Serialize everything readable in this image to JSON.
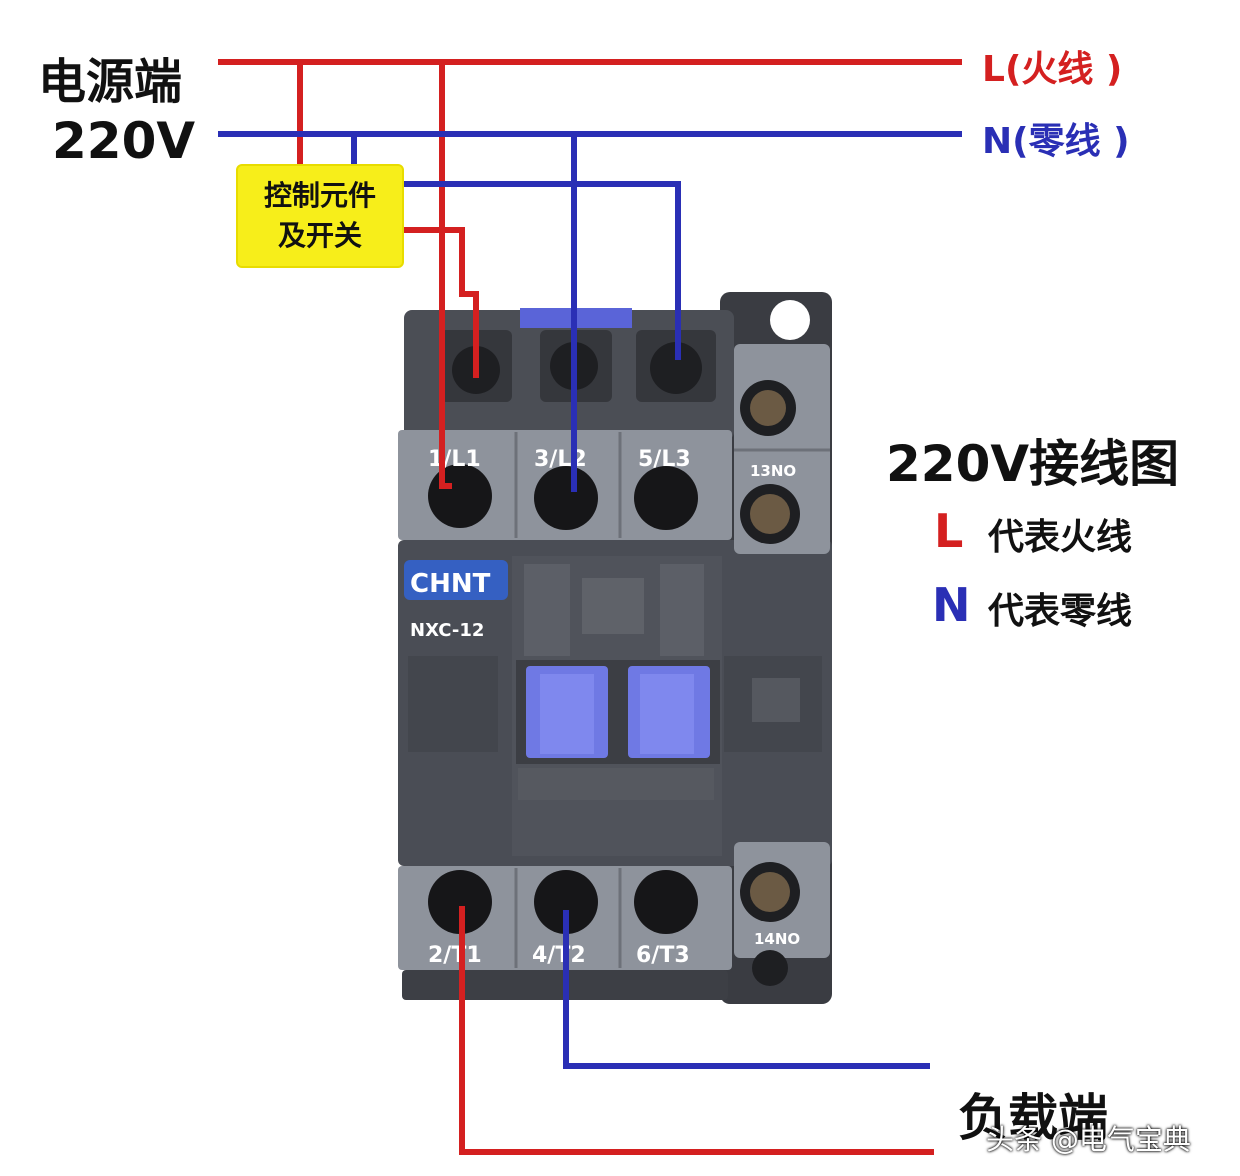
{
  "source_section": {
    "title": "电源端",
    "voltage": "220V",
    "live_label": "L(火线 )",
    "neutral_label": "N(零线 )"
  },
  "control_box": {
    "line1": "控制元件",
    "line2": "及开关"
  },
  "contactor": {
    "brand": "CHNT",
    "model": "NXC-12",
    "top_terminals": [
      "1/L1",
      "3/L2",
      "5/L3"
    ],
    "bottom_terminals": [
      "2/T1",
      "4/T2",
      "6/T3"
    ],
    "aux_top": "13NO",
    "aux_bottom": "14NO"
  },
  "legend": {
    "title": "220V接线图",
    "live_key": "L",
    "live_text": "代表火线",
    "neutral_key": "N",
    "neutral_text": "代表零线"
  },
  "load_section": {
    "title": "负载端"
  },
  "watermark": "头条 @电气宝典",
  "colors": {
    "live": "#d42020",
    "neutral": "#2a2fb5",
    "control_box": "#f7ee1a",
    "contactor_body": "#4a4d55",
    "terminal_block": "#8e939c"
  }
}
